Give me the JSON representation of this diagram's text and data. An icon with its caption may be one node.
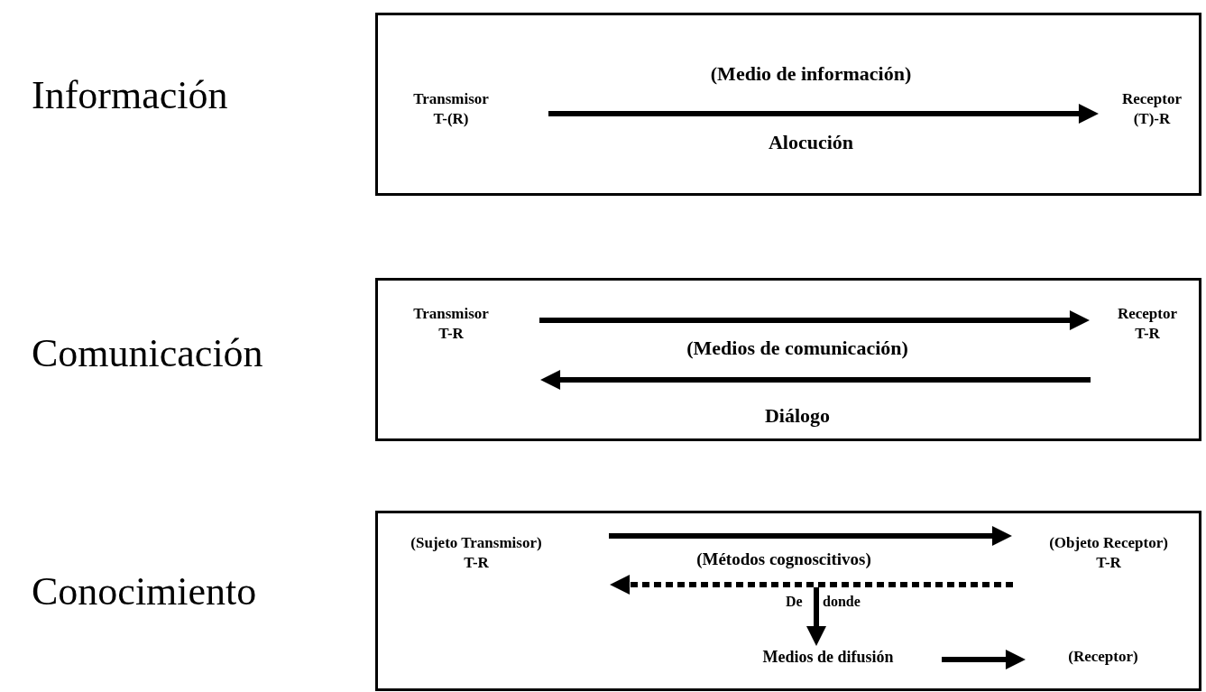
{
  "diagram": {
    "nodes": [
      {
        "text": [],
        "shape": "box"
      },
      {
        "text": [
          "Transmisor",
          "T-(R)"
        ],
        "in": 0
      },
      {
        "text": [
          "Receptor",
          "(T)-R"
        ],
        "in": 0
      },
      {
        "text": [],
        "shape": "box"
      },
      {
        "text": [
          "Transmisor",
          "T-R"
        ],
        "in": 3
      },
      {
        "text": [
          "Receptor",
          "T-R"
        ],
        "in": 3
      },
      {
        "text": [],
        "shape": "box"
      },
      {
        "text": [
          "(Sujeto Transmisor)",
          "T-R"
        ],
        "in": 6
      },
      {
        "text": [
          "(Objeto Receptor)",
          "T-R"
        ],
        "in": 6
      },
      {
        "text": [
          "Medios de difusión"
        ],
        "in": 6
      },
      {
        "text": [
          "(Receptor)"
        ],
        "in": 6
      }
    ],
    "edges": [
      {
        "from": 1,
        "to": 2,
        "arrow": "to",
        "label": "(Medio de información)"
      },
      {
        "from": 4,
        "to": 5,
        "arrow": "to",
        "label": "(Medios de comunicación)"
      },
      {
        "from": 5,
        "to": 4,
        "arrow": "to"
      },
      {
        "from": 7,
        "to": 8,
        "arrow": "to",
        "label": "(Métodos cognoscitivos)"
      },
      {
        "from": 8,
        "to": 7,
        "arrow": "to",
        "style": "dashed"
      },
      {
        "from": null,
        "to": 9,
        "arrow": "to"
      },
      {
        "from": 9,
        "to": 10,
        "arrow": "to"
      }
    ],
    "labels": [
      "Información",
      "Alocución",
      "Comunicación",
      "Diálogo",
      "Conocimiento",
      "De",
      "donde"
    ]
  }
}
